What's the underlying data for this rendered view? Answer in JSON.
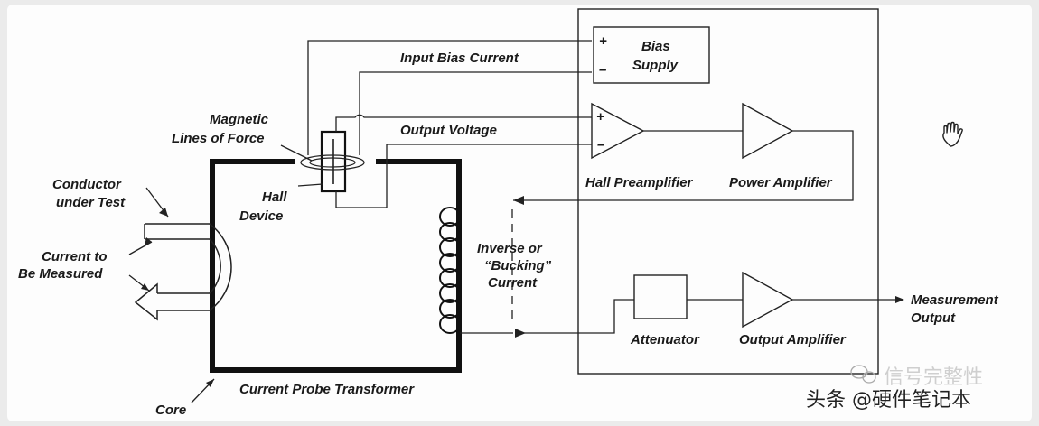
{
  "labels": {
    "input_bias_current": "Input Bias Current",
    "bias_supply_line1": "Bias",
    "bias_supply_line2": "Supply",
    "plus_sign": "+",
    "minus_sign": "–",
    "magnetic_line1": "Magnetic",
    "magnetic_line2": "Lines of Force",
    "output_voltage": "Output Voltage",
    "conductor_line1": "Conductor",
    "conductor_line2": "under Test",
    "hall_line1": "Hall",
    "hall_line2": "Device",
    "hall_preamplifier": "Hall Preamplifier",
    "power_amplifier": "Power Amplifier",
    "current_line1": "Current to",
    "current_line2": "Be Measured",
    "inverse_line1": "Inverse or",
    "inverse_line2": "“Bucking”",
    "inverse_line3": "Current",
    "measurement_line1": "Measurement",
    "measurement_line2": "Output",
    "attenuator": "Attenuator",
    "output_amplifier": "Output Amplifier",
    "core": "Core",
    "current_probe_transformer": "Current Probe Transformer"
  },
  "watermark": {
    "main": "头条 @硬件笔记本",
    "behind": "信号完整性"
  },
  "icons": {
    "hand": "hand-cursor-icon",
    "watermark": "wechat-logo-icon"
  }
}
